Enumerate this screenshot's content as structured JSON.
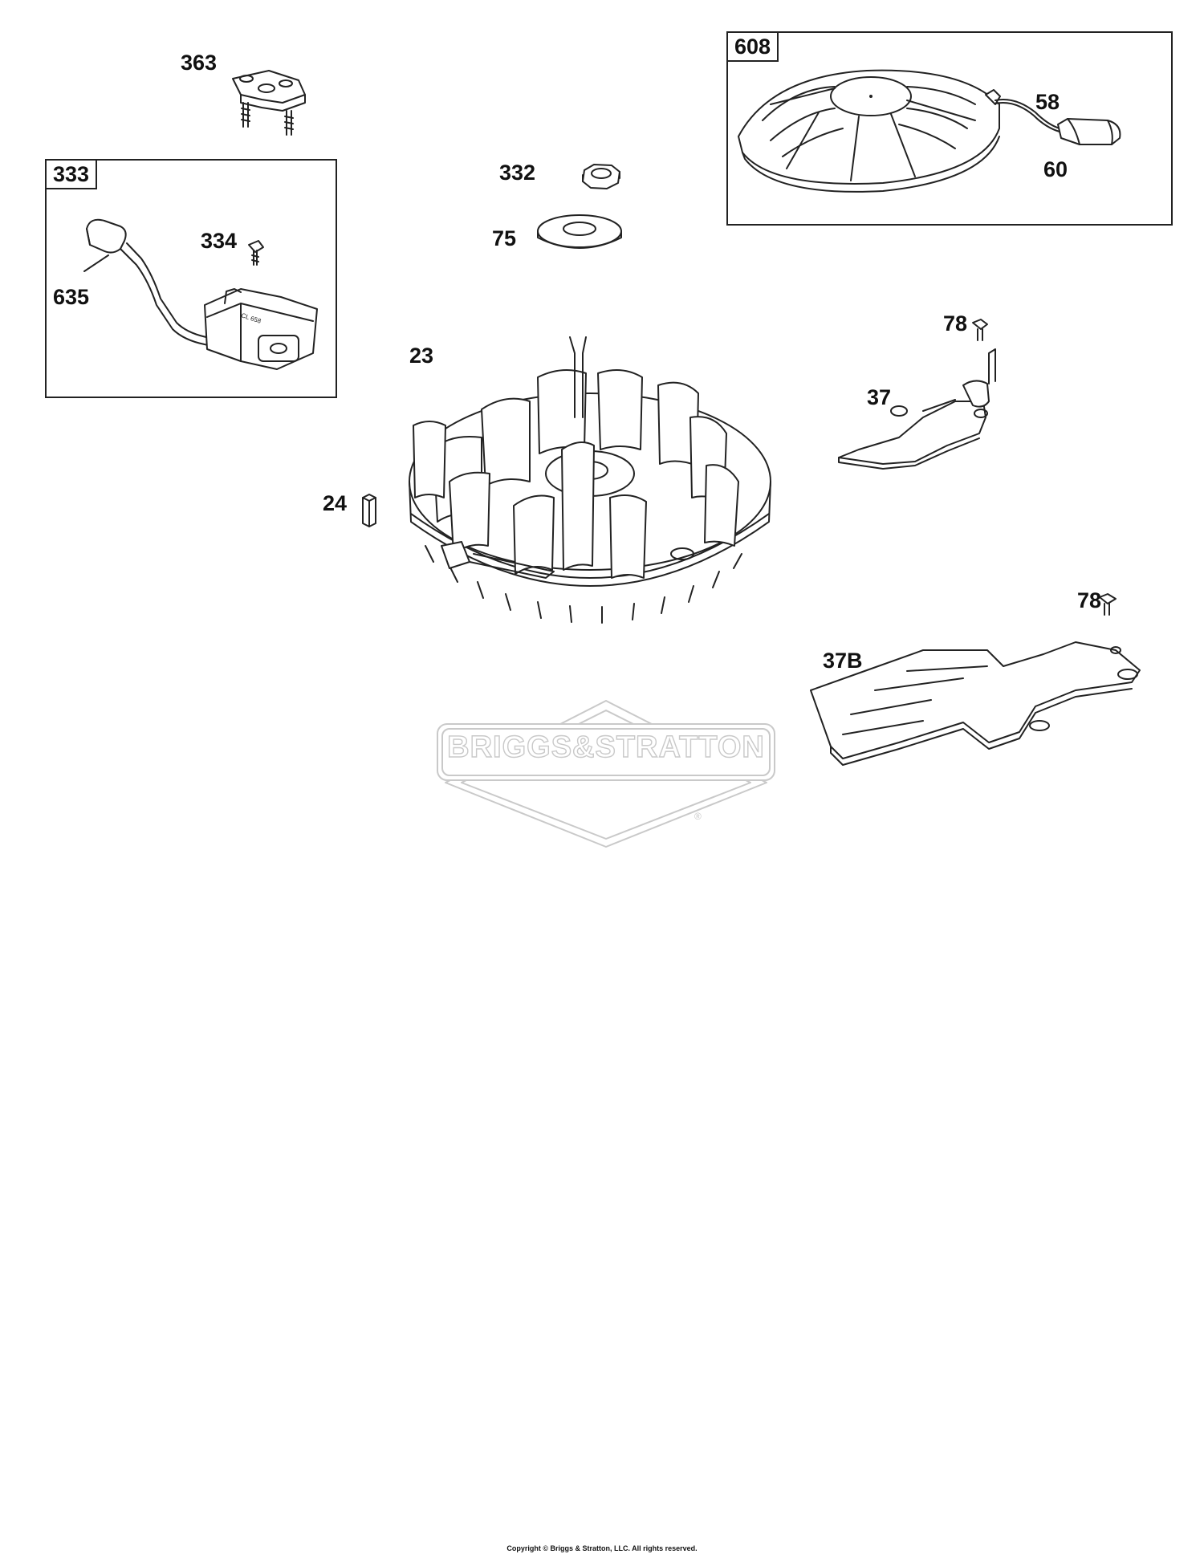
{
  "diagram": {
    "kits": [
      {
        "id": "kit-333",
        "tag": "333"
      },
      {
        "id": "kit-608",
        "tag": "608"
      }
    ],
    "callouts": {
      "p363": "363",
      "p334": "334",
      "p635": "635",
      "p332": "332",
      "p75": "75",
      "p23": "23",
      "p24": "24",
      "p58": "58",
      "p60": "60",
      "p78a": "78",
      "p37": "37",
      "p78b": "78",
      "p37b": "37B"
    }
  },
  "watermark": {
    "brand": "BRIGGS&STRATTON",
    "registered": "®"
  },
  "footer": {
    "copyright": "Copyright © Briggs & Stratton, LLC. All rights reserved."
  },
  "colors": {
    "line": "#222222",
    "watermark": "#c9c9c9",
    "background": "#ffffff"
  }
}
